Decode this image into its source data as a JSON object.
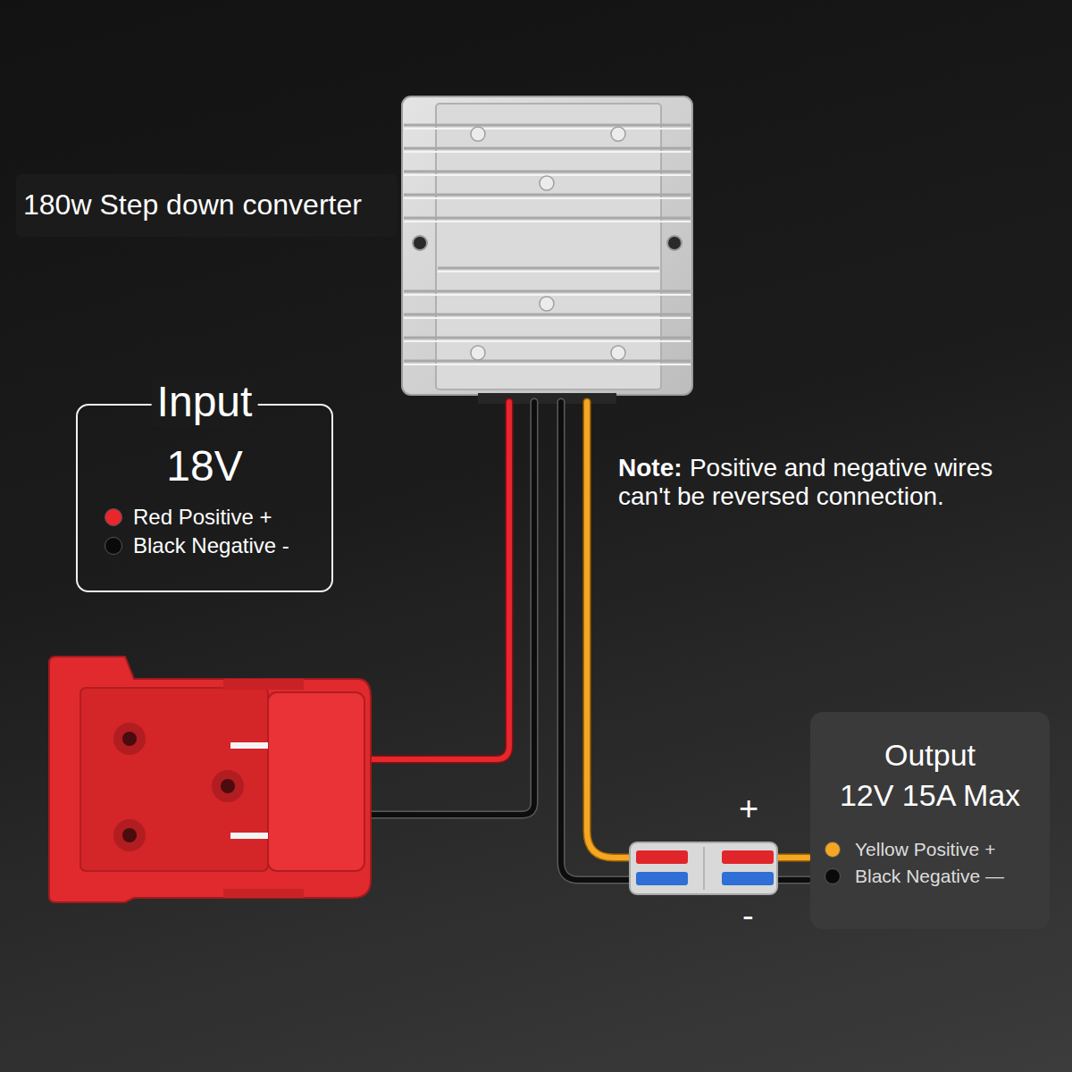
{
  "diagram": {
    "nodes": [
      {
        "text": [
          "180w Step down converter"
        ]
      },
      {
        "text": [
          "Input",
          "18V"
        ]
      },
      {
        "text": [
          "Output",
          "12V 15A Max"
        ]
      }
    ],
    "labels": [
      "Note:",
      "Positive and negative wires can't be reversed connection.",
      "+",
      "-"
    ],
    "legend": [
      {
        "text": "Red Positive +",
        "color": "#e8262c"
      },
      {
        "text": "Black Negative -",
        "color": "#0a0a0a"
      },
      {
        "text": "Yellow Positive +",
        "color": "#f5a623"
      },
      {
        "text": "Black Negative —",
        "color": "#0a0a0a"
      }
    ]
  }
}
